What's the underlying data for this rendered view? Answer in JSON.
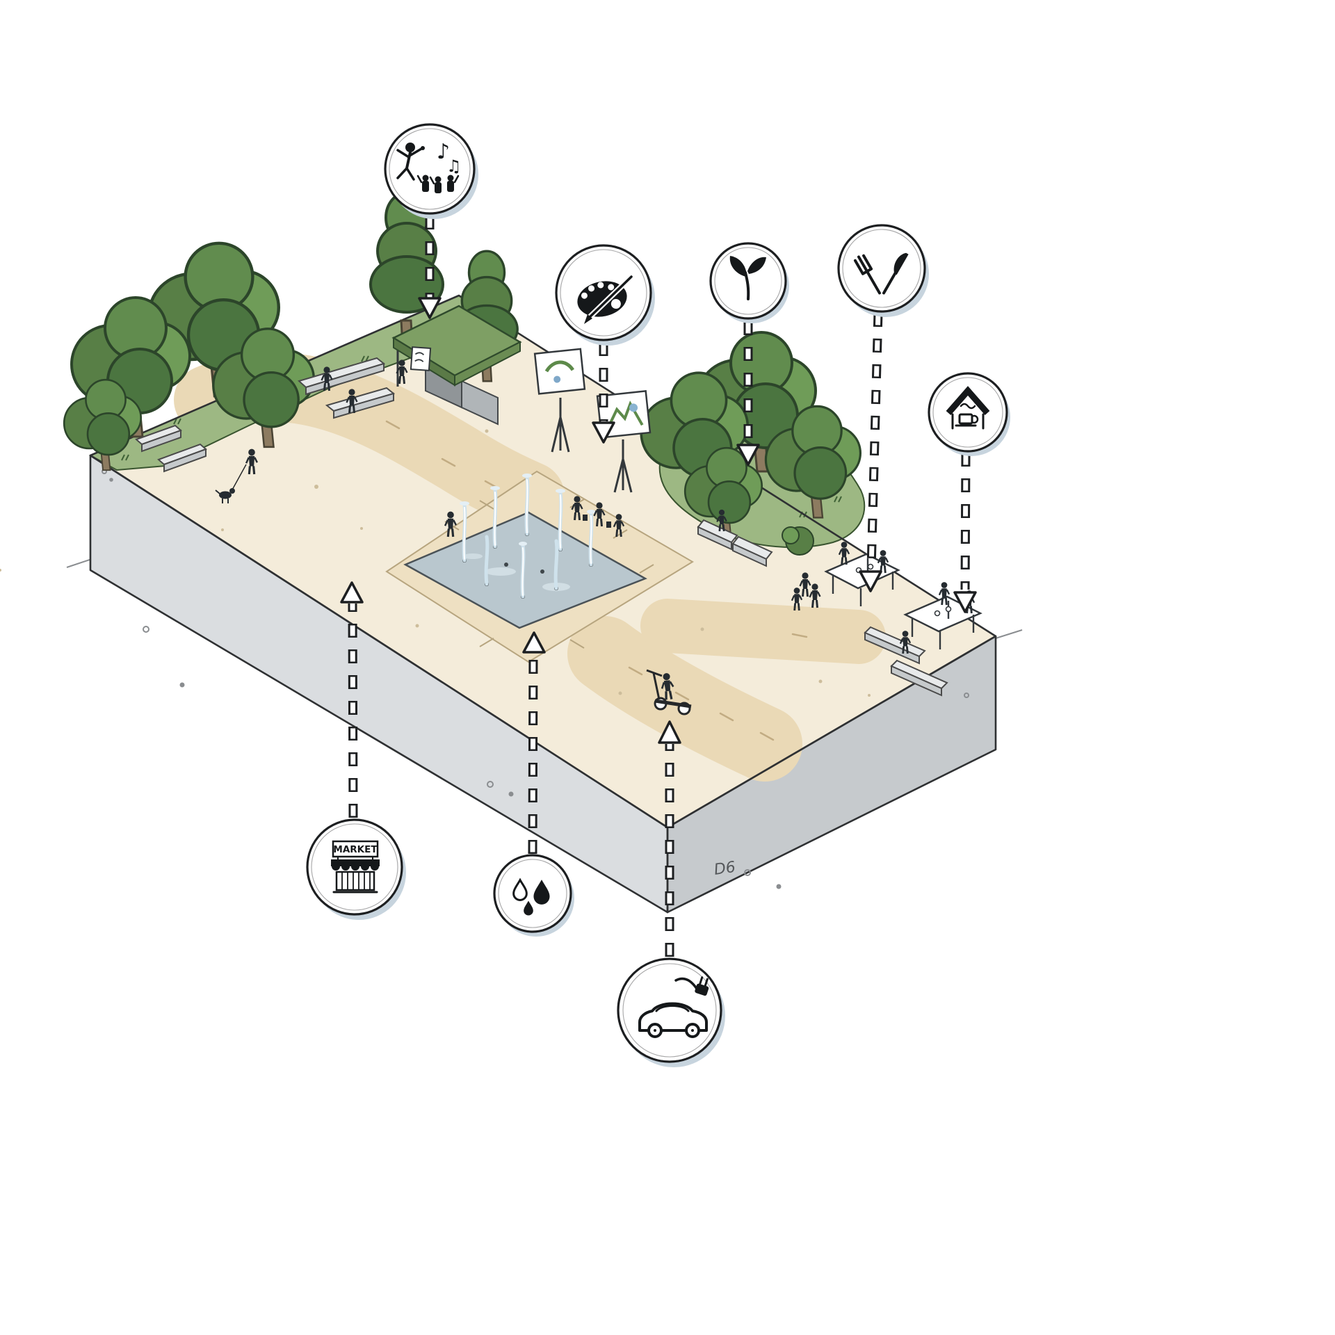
{
  "scene": {
    "type": "isometric urban plaza concept sketch",
    "signature": "D6"
  },
  "market": {
    "sign": "MARKET"
  },
  "music_icon": {
    "note1": "♪",
    "note2": "♫"
  },
  "callouts": [
    {
      "name": "music-dance-icon",
      "position": "top-left",
      "arrow": "down"
    },
    {
      "name": "art-palette-icon",
      "position": "top-center",
      "arrow": "down"
    },
    {
      "name": "plant-sprout-icon",
      "position": "top-center-right",
      "arrow": "down"
    },
    {
      "name": "fork-knife-icon",
      "position": "top-right",
      "arrow": "down"
    },
    {
      "name": "cafe-house-icon",
      "position": "right",
      "arrow": "down"
    },
    {
      "name": "market-stall-icon",
      "position": "bottom-left",
      "arrow": "up"
    },
    {
      "name": "water-drops-icon",
      "position": "bottom-center",
      "arrow": "up"
    },
    {
      "name": "ev-charging-icon",
      "position": "bottom-center-right",
      "arrow": "up"
    }
  ],
  "colors": {
    "ink": "#26282a",
    "plaza": "#f4ecda",
    "path": "#ead9b6",
    "fountain_surround": "#eee0c2",
    "fountain_water": "#b9c7ce",
    "grass": "#9db883",
    "tree_dark": "#4b7540",
    "tree_mid": "#587f46",
    "tree_light": "#6f9c58",
    "block_left_face": "#dadde0",
    "block_right_face": "#c6cacd",
    "bubble_shade": "#c7d4de",
    "stage_roof": "#7e9f64"
  }
}
